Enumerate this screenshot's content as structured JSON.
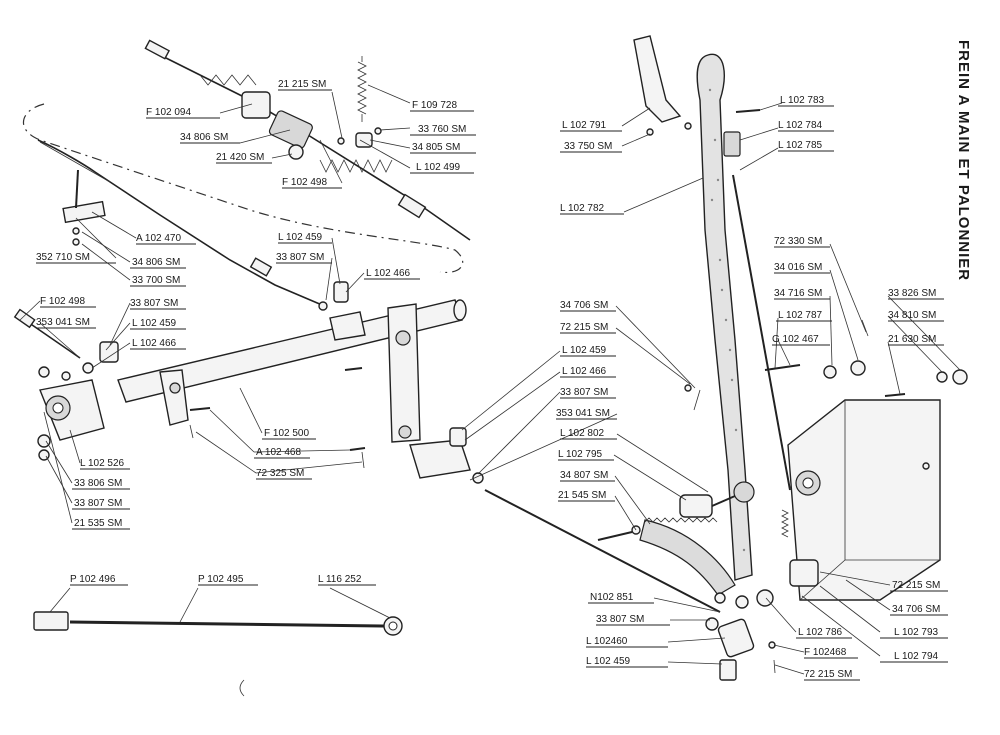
{
  "title": "FREIN A MAIN ET PALONNIER",
  "labels": {
    "l21215": "21 215 SM",
    "f109728": "F 109 728",
    "f102094": "F 102 094",
    "l33760": "33 760 SM",
    "l34806a": "34 806 SM",
    "l34805": "34 805 SM",
    "l21420": "21 420 SM",
    "l102499": "L 102 499",
    "f102498a": "F 102 498",
    "a102470": "A 102 470",
    "l352710": "352 710 SM",
    "l34806b": "34 806 SM",
    "l33700": "33 700 SM",
    "l102459a": "L 102 459",
    "l33807a": "33 807 SM",
    "l102466a": "L 102 466",
    "f102498b": "F 102 498",
    "l353041a": "353 041 SM",
    "l33807b": "33 807 SM",
    "l102459b": "L 102 459",
    "l102466b": "L 102 466",
    "f102500": "F 102 500",
    "a102468": "A 102 468",
    "l72325": "72 325 SM",
    "l102526": "L 102 526",
    "l33806": "33 806 SM",
    "l33807c": "33 807 SM",
    "l21535": "21 535 SM",
    "p102496": "P 102 496",
    "p102495": "P 102 495",
    "l116252": "L 116 252",
    "l102791": "L 102 791",
    "l33750": "33 750 SM",
    "l102782": "L 102 782",
    "l102783": "L 102 783",
    "l102784": "L 102 784",
    "l102785": "L 102 785",
    "l72330": "72 330 SM",
    "l34016": "34 016 SM",
    "l34716": "34 716 SM",
    "l102787": "L 102 787",
    "g102467": "G 102 467",
    "l33826": "33 826 SM",
    "l34810": "34 810 SM",
    "l21630": "21 630 SM",
    "l34706a": "34 706 SM",
    "l72215a": "72 215 SM",
    "l102459c": "L 102 459",
    "l102466c": "L 102 466",
    "l33807d": "33 807 SM",
    "l353041b": "353 041 SM",
    "l102802": "L 102 802",
    "l102795": "L 102 795",
    "l34807": "34 807 SM",
    "l21545": "21 545 SM",
    "n102851": "N102 851",
    "l33807e": "33 807 SM",
    "l102460": "L 102460",
    "l102459d": "L 102 459",
    "l102786": "L 102 786",
    "f102468": "F 102468",
    "l72215b": "72 215 SM",
    "l72215c": "72 215 SM",
    "l34706b": "34 706 SM",
    "l102793": "L 102 793",
    "l102794": "L 102 794"
  }
}
